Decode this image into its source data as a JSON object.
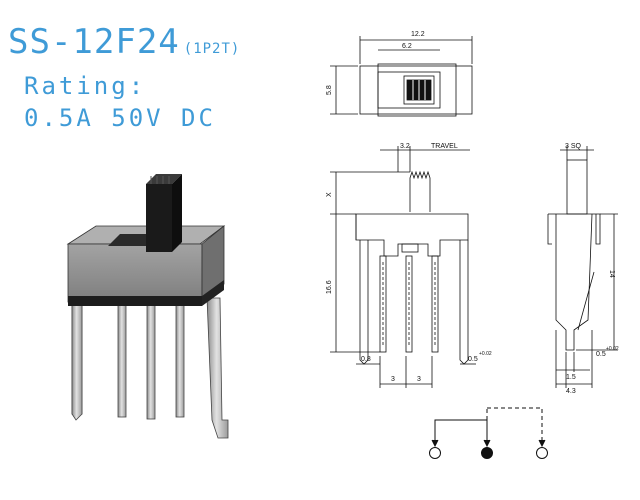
{
  "header": {
    "model": "SS-12F24",
    "variant": "(1P2T)",
    "rating_label": "Rating:",
    "rating_value": "0.5A  50V  DC"
  },
  "dimensions": {
    "top_view_width": "12.2",
    "top_view_slot": "6.2",
    "top_view_height": "5.8",
    "travel_value": "3.2",
    "travel_label": "TRAVEL",
    "actuator_height": "X",
    "body_height": "16.6",
    "pin_width": "0.8",
    "pin_thickness": "0.5",
    "pin_thickness_tolerance": "+0.02",
    "pin_pitch_left": "3",
    "pin_pitch_right": "3",
    "side_square": "3 SQ",
    "side_height": "14",
    "side_pin_thickness": "0.5",
    "side_pin_tolerance": "+0.02",
    "side_foot": "1.5",
    "side_width": "4.3"
  },
  "colors": {
    "title": "#3f9bd7",
    "line": "#111111",
    "body_gray": "#8f8f8f",
    "pin_gray": "#c4c4c4"
  }
}
